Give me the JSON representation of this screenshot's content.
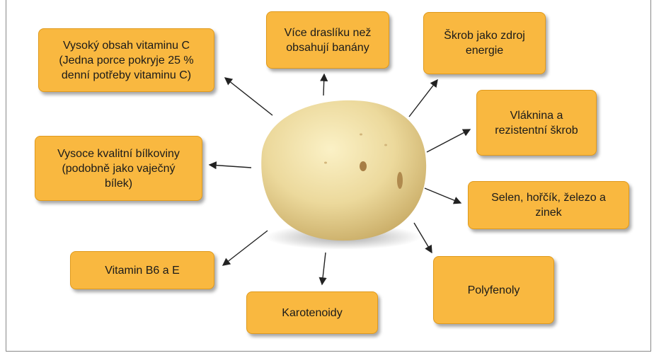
{
  "nutrients": [
    {
      "id": "vitamin-c",
      "text": "Vysoký obsah vitaminu C\n(Jedna porce pokryje 25 %\ndenní potřeby vitaminu C)"
    },
    {
      "id": "potassium",
      "text": "Více draslíku než\nobsahují banány"
    },
    {
      "id": "starch",
      "text": "Škrob jako zdroj\nenergie"
    },
    {
      "id": "fiber",
      "text": "Vláknina a\nrezistentní škrob"
    },
    {
      "id": "protein",
      "text": "Vysoce kvalitní bílkoviny\n(podobně jako vaječný\nbílek)"
    },
    {
      "id": "minerals",
      "text": "Selen, hořčík, železo a\nzinek"
    },
    {
      "id": "vitamin-b6e",
      "text": "Vitamin B6 a E"
    },
    {
      "id": "polyphenols",
      "text": "Polyfenoly"
    },
    {
      "id": "carotenoids",
      "text": "Karotenoidy"
    }
  ],
  "colors": {
    "box": "#f9b840",
    "arrow": "#222222",
    "potato": "#e9d79a"
  }
}
